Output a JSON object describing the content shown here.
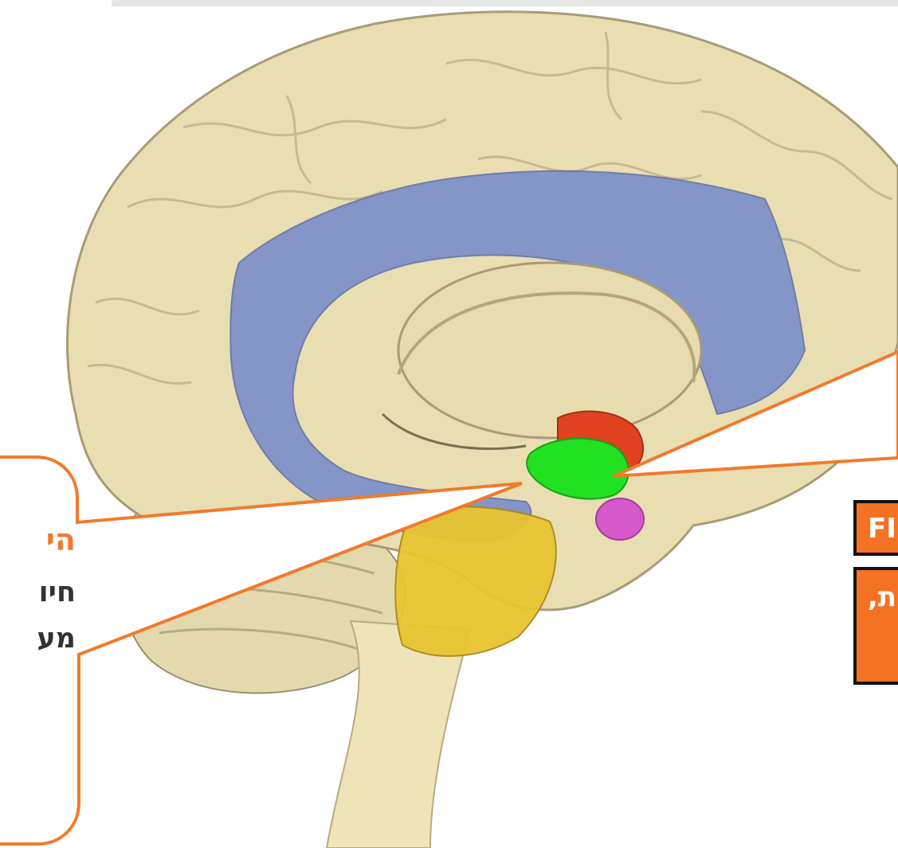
{
  "diagram": {
    "left_callout": {
      "title": "הי",
      "line1": "חיו",
      "line2": "מע"
    },
    "right_box_top": "FI",
    "right_box_bottom": "ת,",
    "colors": {
      "background": "#ffffff",
      "brain": "#e8dcb0",
      "limbic_blue": "#6f86cc",
      "hypothalamus_red": "#e0421f",
      "amygdala_green": "#22e022",
      "pituitary_pink": "#d65acb",
      "cerebellum_yellow": "#e8c430",
      "callout_orange": "#f07a2d"
    }
  }
}
